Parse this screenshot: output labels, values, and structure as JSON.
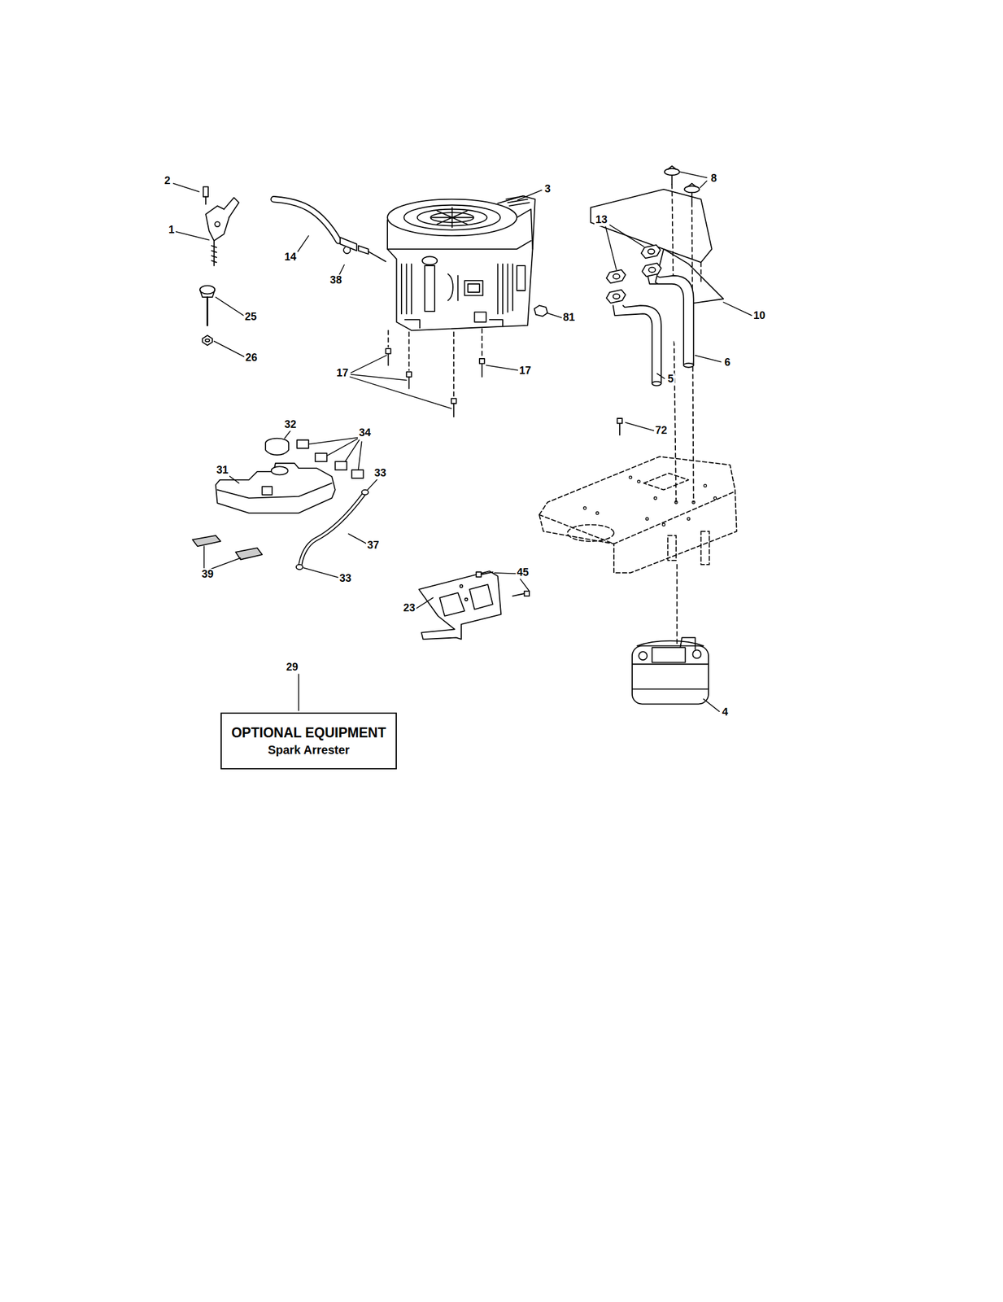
{
  "diagram": {
    "nodes": [
      {
        "text": [
          "OPTIONAL EQUIPMENT",
          "Spark Arrester"
        ]
      }
    ],
    "labels": [
      "2",
      "8",
      "1",
      "3",
      "14",
      "13",
      "10",
      "38",
      "25",
      "6",
      "5",
      "81",
      "17",
      "17",
      "72",
      "26",
      "32",
      "34",
      "31",
      "33",
      "37",
      "39",
      "33",
      "45",
      "23",
      "29",
      "4"
    ]
  }
}
